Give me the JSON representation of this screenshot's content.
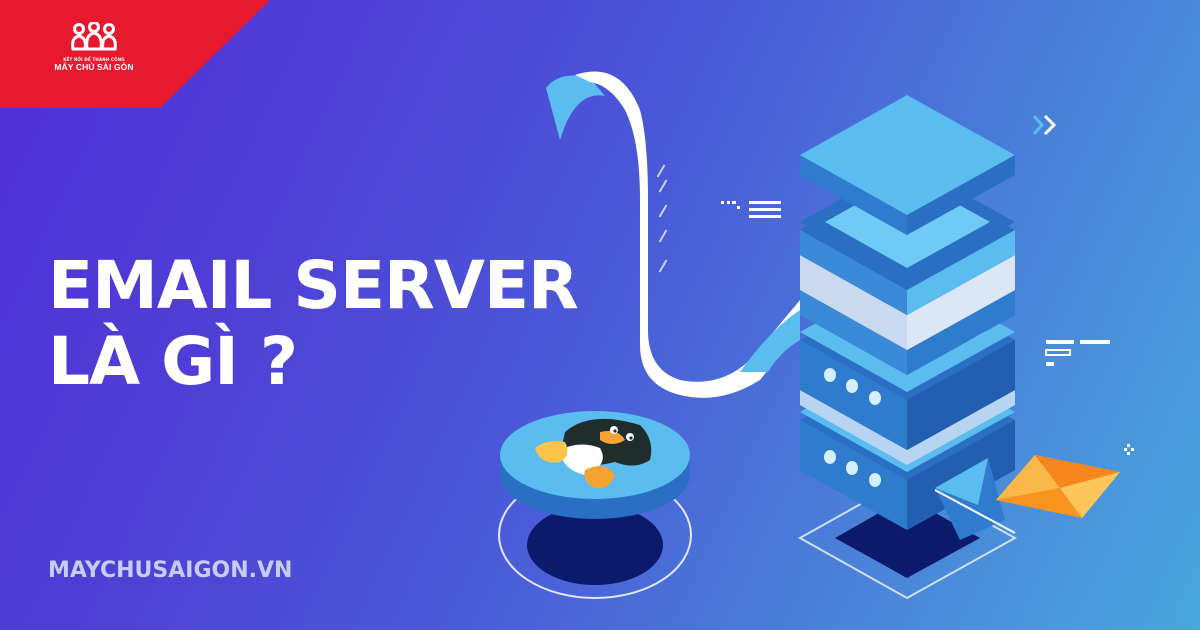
{
  "brand": {
    "tagline": "KẾT NỐI ĐỂ THÀNH CÔNG",
    "name": "MÁY CHỦ SÀI GÒN",
    "corner_color": "#e8192c"
  },
  "headline": {
    "line1": "EMAIL SERVER",
    "line2": "LÀ GÌ ?"
  },
  "footer": {
    "website": "MAYCHUSAIGON.VN"
  },
  "colors": {
    "bg_start": "#4f2fd6",
    "bg_end": "#4aa6dd",
    "server_light": "#5bbcf0",
    "server_dark": "#2a6fc4",
    "envelope": "#f7931e",
    "shadow": "#0b1a6b"
  },
  "icons": [
    "logo-icon",
    "double-chevron-icon",
    "list-icon",
    "linux-penguin-icon",
    "envelope-icon",
    "sparkle-icon",
    "server-icon",
    "paper-scroll-icon"
  ]
}
